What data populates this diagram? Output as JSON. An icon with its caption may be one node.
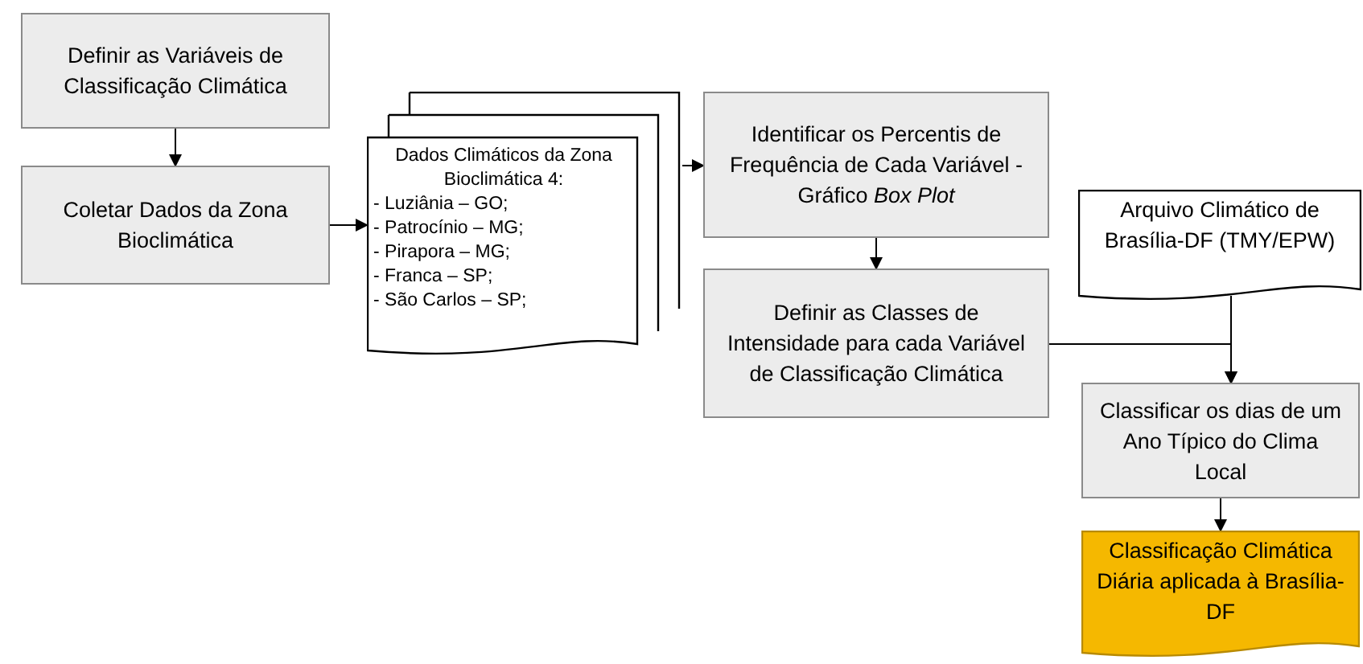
{
  "diagram": {
    "nodes": [
      {
        "text": [
          "Definir as Variáveis de Classificação Climática"
        ]
      },
      {
        "text": [
          "Coletar Dados da Zona Bioclimática"
        ]
      },
      {
        "text": [
          "Dados Climáticos da Zona Bioclimática 4:",
          "- Luziânia – GO;",
          "- Patrocínio – MG;",
          "- Pirapora – MG;",
          "- Franca – SP;",
          "- São Carlos – SP;"
        ]
      },
      {
        "text": [
          "Identificar os Percentis de Frequência de Cada Variável - Gráfico *Box Plot*"
        ]
      },
      {
        "text": [
          "Definir as Classes de Intensidade para cada Variável de Classificação Climática"
        ]
      },
      {
        "text": [
          "Arquivo Climático de Brasília-DF (TMY/EPW)"
        ]
      },
      {
        "text": [
          "Classificar os dias de um Ano Típico do Clima Local"
        ]
      },
      {
        "text": [
          "Classificação Climática Diária aplicada à Brasília-DF"
        ]
      }
    ],
    "edges": [
      {
        "from": 0,
        "to": 1,
        "arrow": "to"
      },
      {
        "from": 1,
        "to": 2,
        "arrow": "to"
      },
      {
        "from": 2,
        "to": 3,
        "arrow": "to"
      },
      {
        "from": 3,
        "to": 4,
        "arrow": "to"
      },
      {
        "from": 4,
        "to": 6,
        "arrow": "to"
      },
      {
        "from": 5,
        "to": 6,
        "arrow": "to"
      },
      {
        "from": 6,
        "to": 7,
        "arrow": "to"
      }
    ]
  }
}
